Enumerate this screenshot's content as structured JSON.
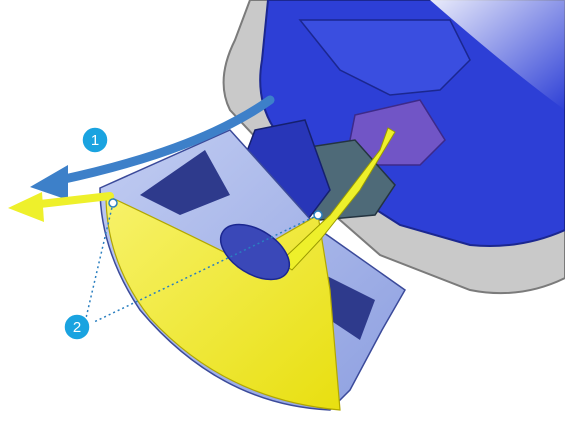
{
  "callouts": [
    {
      "number": "1"
    },
    {
      "number": "2"
    }
  ],
  "colors": {
    "housing_gray": "#c9c9c9",
    "housing_blue": "#2d3fd6",
    "channel_dark": "#3e4e7a",
    "purple": "#7155c6",
    "bell_outer": "#9fb0e6",
    "bell_inner_yellow": "#f1ea1f",
    "arrow_blue": "#3d80c9",
    "arrow_yellow": "#eef02b",
    "callout_fill": "#1aa3e0",
    "leader": "#2a7fc0"
  },
  "icons": [
    "airflow-arrow",
    "paint-flow-arrow",
    "callout-marker"
  ]
}
